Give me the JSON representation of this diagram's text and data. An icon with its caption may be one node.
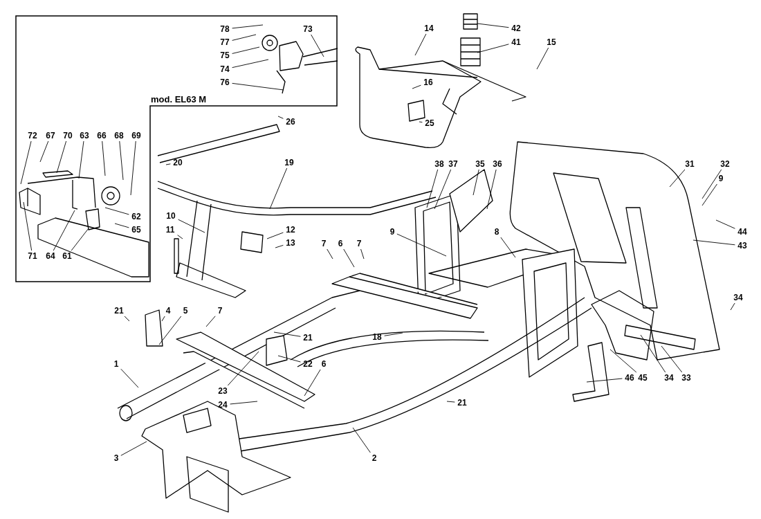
{
  "diagram": {
    "nodes": [
      {
        "text": [
          "mod. EL63 M"
        ]
      },
      {
        "text": [
          "78"
        ],
        "in": 0
      },
      {
        "text": [
          "77"
        ],
        "in": 0
      },
      {
        "text": [
          "75"
        ],
        "in": 0
      },
      {
        "text": [
          "74"
        ],
        "in": 0
      },
      {
        "text": [
          "76"
        ],
        "in": 0
      },
      {
        "text": [
          "73"
        ],
        "in": 0
      },
      {
        "text": [
          "72"
        ],
        "in": 0
      },
      {
        "text": [
          "67"
        ],
        "in": 0
      },
      {
        "text": [
          "70"
        ],
        "in": 0
      },
      {
        "text": [
          "63"
        ],
        "in": 0
      },
      {
        "text": [
          "66"
        ],
        "in": 0
      },
      {
        "text": [
          "68"
        ],
        "in": 0
      },
      {
        "text": [
          "69"
        ],
        "in": 0
      },
      {
        "text": [
          "62"
        ],
        "in": 0
      },
      {
        "text": [
          "65"
        ],
        "in": 0
      },
      {
        "text": [
          "71"
        ],
        "in": 0
      },
      {
        "text": [
          "64"
        ],
        "in": 0
      },
      {
        "text": [
          "61"
        ],
        "in": 0
      },
      {
        "text": [
          "14"
        ]
      },
      {
        "text": [
          "42"
        ]
      },
      {
        "text": [
          "41"
        ]
      },
      {
        "text": [
          "15"
        ]
      },
      {
        "text": [
          "16"
        ]
      },
      {
        "text": [
          "25"
        ]
      },
      {
        "text": [
          "26"
        ]
      },
      {
        "text": [
          "20"
        ]
      },
      {
        "text": [
          "19"
        ]
      },
      {
        "text": [
          "38"
        ]
      },
      {
        "text": [
          "37"
        ]
      },
      {
        "text": [
          "35"
        ]
      },
      {
        "text": [
          "36"
        ]
      },
      {
        "text": [
          "31"
        ]
      },
      {
        "text": [
          "32"
        ]
      },
      {
        "text": [
          "9"
        ]
      },
      {
        "text": [
          "10"
        ]
      },
      {
        "text": [
          "11"
        ]
      },
      {
        "text": [
          "12"
        ]
      },
      {
        "text": [
          "13"
        ]
      },
      {
        "text": [
          "9"
        ]
      },
      {
        "text": [
          "8"
        ]
      },
      {
        "text": [
          "44"
        ]
      },
      {
        "text": [
          "43"
        ]
      },
      {
        "text": [
          "7"
        ]
      },
      {
        "text": [
          "6"
        ]
      },
      {
        "text": [
          "7"
        ]
      },
      {
        "text": [
          "34"
        ]
      },
      {
        "text": [
          "21"
        ]
      },
      {
        "text": [
          "4"
        ]
      },
      {
        "text": [
          "5"
        ]
      },
      {
        "text": [
          "7"
        ]
      },
      {
        "text": [
          "21"
        ]
      },
      {
        "text": [
          "18"
        ]
      },
      {
        "text": [
          "22"
        ]
      },
      {
        "text": [
          "6"
        ]
      },
      {
        "text": [
          "1"
        ]
      },
      {
        "text": [
          "46"
        ]
      },
      {
        "text": [
          "45"
        ]
      },
      {
        "text": [
          "34"
        ]
      },
      {
        "text": [
          "33"
        ]
      },
      {
        "text": [
          "23"
        ]
      },
      {
        "text": [
          "24"
        ]
      },
      {
        "text": [
          "21"
        ]
      },
      {
        "text": [
          "3"
        ]
      },
      {
        "text": [
          "2"
        ]
      }
    ],
    "edges": [
      {
        "from": 1,
        "to": null,
        "arrow": "none"
      },
      {
        "from": 2,
        "to": null,
        "arrow": "none"
      },
      {
        "from": 3,
        "to": null,
        "arrow": "none"
      },
      {
        "from": 4,
        "to": null,
        "arrow": "none"
      },
      {
        "from": 5,
        "to": null,
        "arrow": "none"
      },
      {
        "from": 6,
        "to": null,
        "arrow": "none"
      },
      {
        "from": 7,
        "to": null,
        "arrow": "none"
      },
      {
        "from": 8,
        "to": null,
        "arrow": "none"
      },
      {
        "from": 9,
        "to": null,
        "arrow": "none"
      },
      {
        "from": 10,
        "to": null,
        "arrow": "none"
      },
      {
        "from": 11,
        "to": null,
        "arrow": "none"
      },
      {
        "from": 12,
        "to": null,
        "arrow": "none"
      },
      {
        "from": 13,
        "to": null,
        "arrow": "none"
      },
      {
        "from": 14,
        "to": null,
        "arrow": "none"
      },
      {
        "from": 15,
        "to": null,
        "arrow": "none"
      },
      {
        "from": 16,
        "to": null,
        "arrow": "none"
      },
      {
        "from": 17,
        "to": null,
        "arrow": "none"
      },
      {
        "from": 18,
        "to": null,
        "arrow": "none"
      },
      {
        "from": 19,
        "to": null,
        "arrow": "none"
      },
      {
        "from": 20,
        "to": null,
        "arrow": "none"
      },
      {
        "from": 21,
        "to": null,
        "arrow": "none"
      },
      {
        "from": 22,
        "to": null,
        "arrow": "none"
      },
      {
        "from": 23,
        "to": null,
        "arrow": "none"
      },
      {
        "from": 24,
        "to": null,
        "arrow": "none"
      },
      {
        "from": 25,
        "to": null,
        "arrow": "none"
      },
      {
        "from": 26,
        "to": null,
        "arrow": "none"
      },
      {
        "from": 27,
        "to": null,
        "arrow": "none"
      },
      {
        "from": 28,
        "to": null,
        "arrow": "none"
      },
      {
        "from": 29,
        "to": null,
        "arrow": "none"
      },
      {
        "from": 30,
        "to": null,
        "arrow": "none"
      },
      {
        "from": 31,
        "to": null,
        "arrow": "none"
      },
      {
        "from": 32,
        "to": null,
        "arrow": "none"
      },
      {
        "from": 33,
        "to": null,
        "arrow": "none"
      },
      {
        "from": 34,
        "to": null,
        "arrow": "none"
      },
      {
        "from": 35,
        "to": null,
        "arrow": "none"
      },
      {
        "from": 36,
        "to": null,
        "arrow": "none"
      },
      {
        "from": 37,
        "to": null,
        "arrow": "none"
      },
      {
        "from": 38,
        "to": null,
        "arrow": "none"
      },
      {
        "from": 39,
        "to": null,
        "arrow": "none"
      },
      {
        "from": 40,
        "to": null,
        "arrow": "none"
      },
      {
        "from": 41,
        "to": null,
        "arrow": "none"
      },
      {
        "from": 42,
        "to": null,
        "arrow": "none"
      },
      {
        "from": 43,
        "to": null,
        "arrow": "none"
      },
      {
        "from": 44,
        "to": null,
        "arrow": "none"
      },
      {
        "from": 45,
        "to": null,
        "arrow": "none"
      },
      {
        "from": 46,
        "to": null,
        "arrow": "none"
      },
      {
        "from": 47,
        "to": null,
        "arrow": "none"
      },
      {
        "from": 48,
        "to": null,
        "arrow": "none"
      },
      {
        "from": 49,
        "to": null,
        "arrow": "none"
      },
      {
        "from": 50,
        "to": null,
        "arrow": "none"
      },
      {
        "from": 51,
        "to": null,
        "arrow": "none"
      },
      {
        "from": 52,
        "to": null,
        "arrow": "none"
      },
      {
        "from": 53,
        "to": null,
        "arrow": "none"
      },
      {
        "from": 54,
        "to": null,
        "arrow": "none"
      },
      {
        "from": 55,
        "to": null,
        "arrow": "none"
      },
      {
        "from": 56,
        "to": null,
        "arrow": "none"
      },
      {
        "from": 57,
        "to": null,
        "arrow": "none"
      },
      {
        "from": 58,
        "to": null,
        "arrow": "none"
      },
      {
        "from": 59,
        "to": null,
        "arrow": "none"
      },
      {
        "from": 60,
        "to": null,
        "arrow": "none"
      },
      {
        "from": 61,
        "to": null,
        "arrow": "none"
      },
      {
        "from": 62,
        "to": null,
        "arrow": "none"
      },
      {
        "from": 63,
        "to": null,
        "arrow": "none"
      },
      {
        "from": 64,
        "to": null,
        "arrow": "none"
      }
    ]
  }
}
